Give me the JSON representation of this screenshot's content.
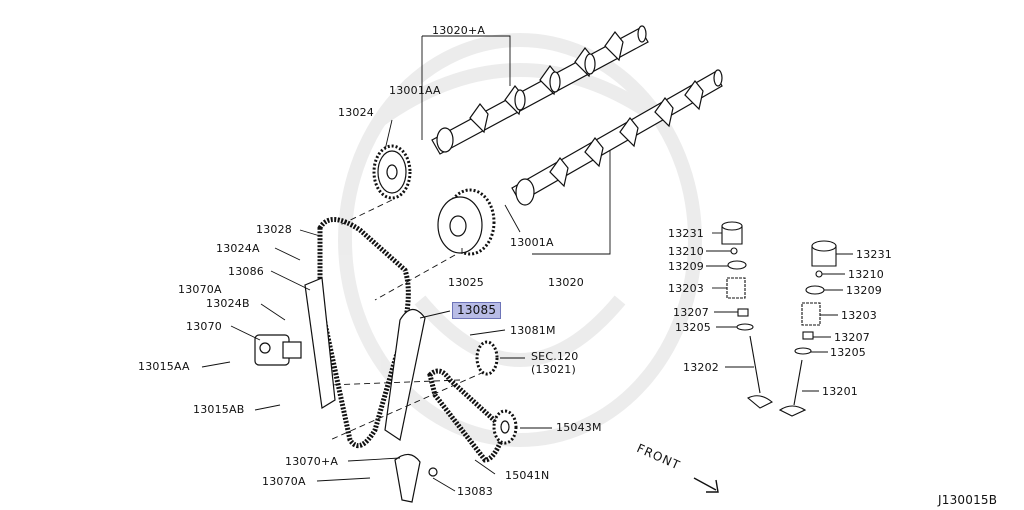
{
  "diagram": {
    "labels": {
      "l13020A": "13020+A",
      "l13001AA": "13001AA",
      "l13024": "13024",
      "l13028": "13028",
      "l13024A": "13024A",
      "l13086": "13086",
      "l13070A": "13070A",
      "l13024B": "13024B",
      "l13070": "13070",
      "l13015AA": "13015AA",
      "l13015AB": "13015AB",
      "l13070plusA": "13070+A",
      "l13070A_2": "13070A",
      "l13083": "13083",
      "l15041N": "15041N",
      "l15043M": "15043M",
      "lSEC120": "SEC.120\n(13021)",
      "l13081M": "13081M",
      "l13085": "13085",
      "l13025": "13025",
      "l13001A": "13001A",
      "l13020": "13020",
      "l13231": "13231",
      "l13210": "13210",
      "l13209": "13209",
      "l13203": "13203",
      "l13207": "13207",
      "l13205": "13205",
      "l13202": "13202",
      "r13231": "13231",
      "r13210": "13210",
      "r13209": "13209",
      "r13203": "13203",
      "r13207": "13207",
      "r13205": "13205",
      "r13201": "13201",
      "front": "FRONT"
    },
    "highlighted_part": "13085",
    "highlight_color": "#b8bce6",
    "diagram_code": "J130015B"
  }
}
